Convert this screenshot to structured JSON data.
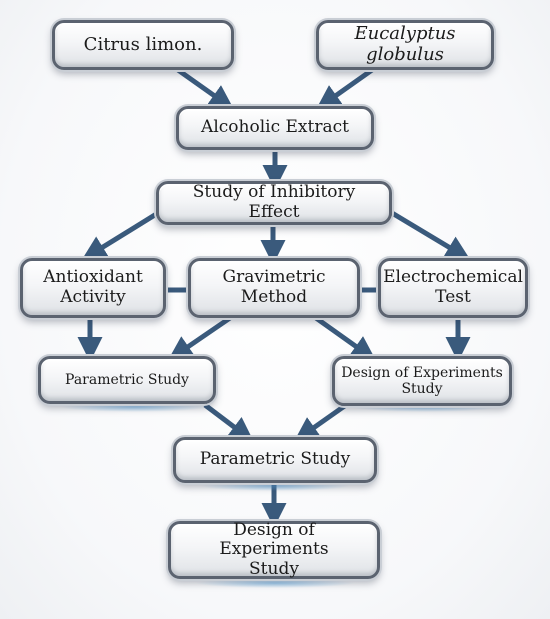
{
  "nodes": {
    "citrus": "Citrus limon.",
    "eucalyptus": "Eucalyptus globulus",
    "alcoholic": "Alcoholic Extract",
    "study": "Study of Inhibitory Effect",
    "antioxidant": "Antioxidant\nActivity",
    "gravimetric": "Gravimetric\nMethod",
    "electrochemical": "Electrochemical\nTest",
    "param_left": "Parametric Study",
    "doe_right": "Design of Experiments\nStudy",
    "param_center": "Parametric Study",
    "doe_bottom": "Design of Experiments\nStudy"
  },
  "colors": {
    "arrow": "#3a5a7c",
    "border": "#5b6370",
    "glow": "#5aaae6"
  }
}
